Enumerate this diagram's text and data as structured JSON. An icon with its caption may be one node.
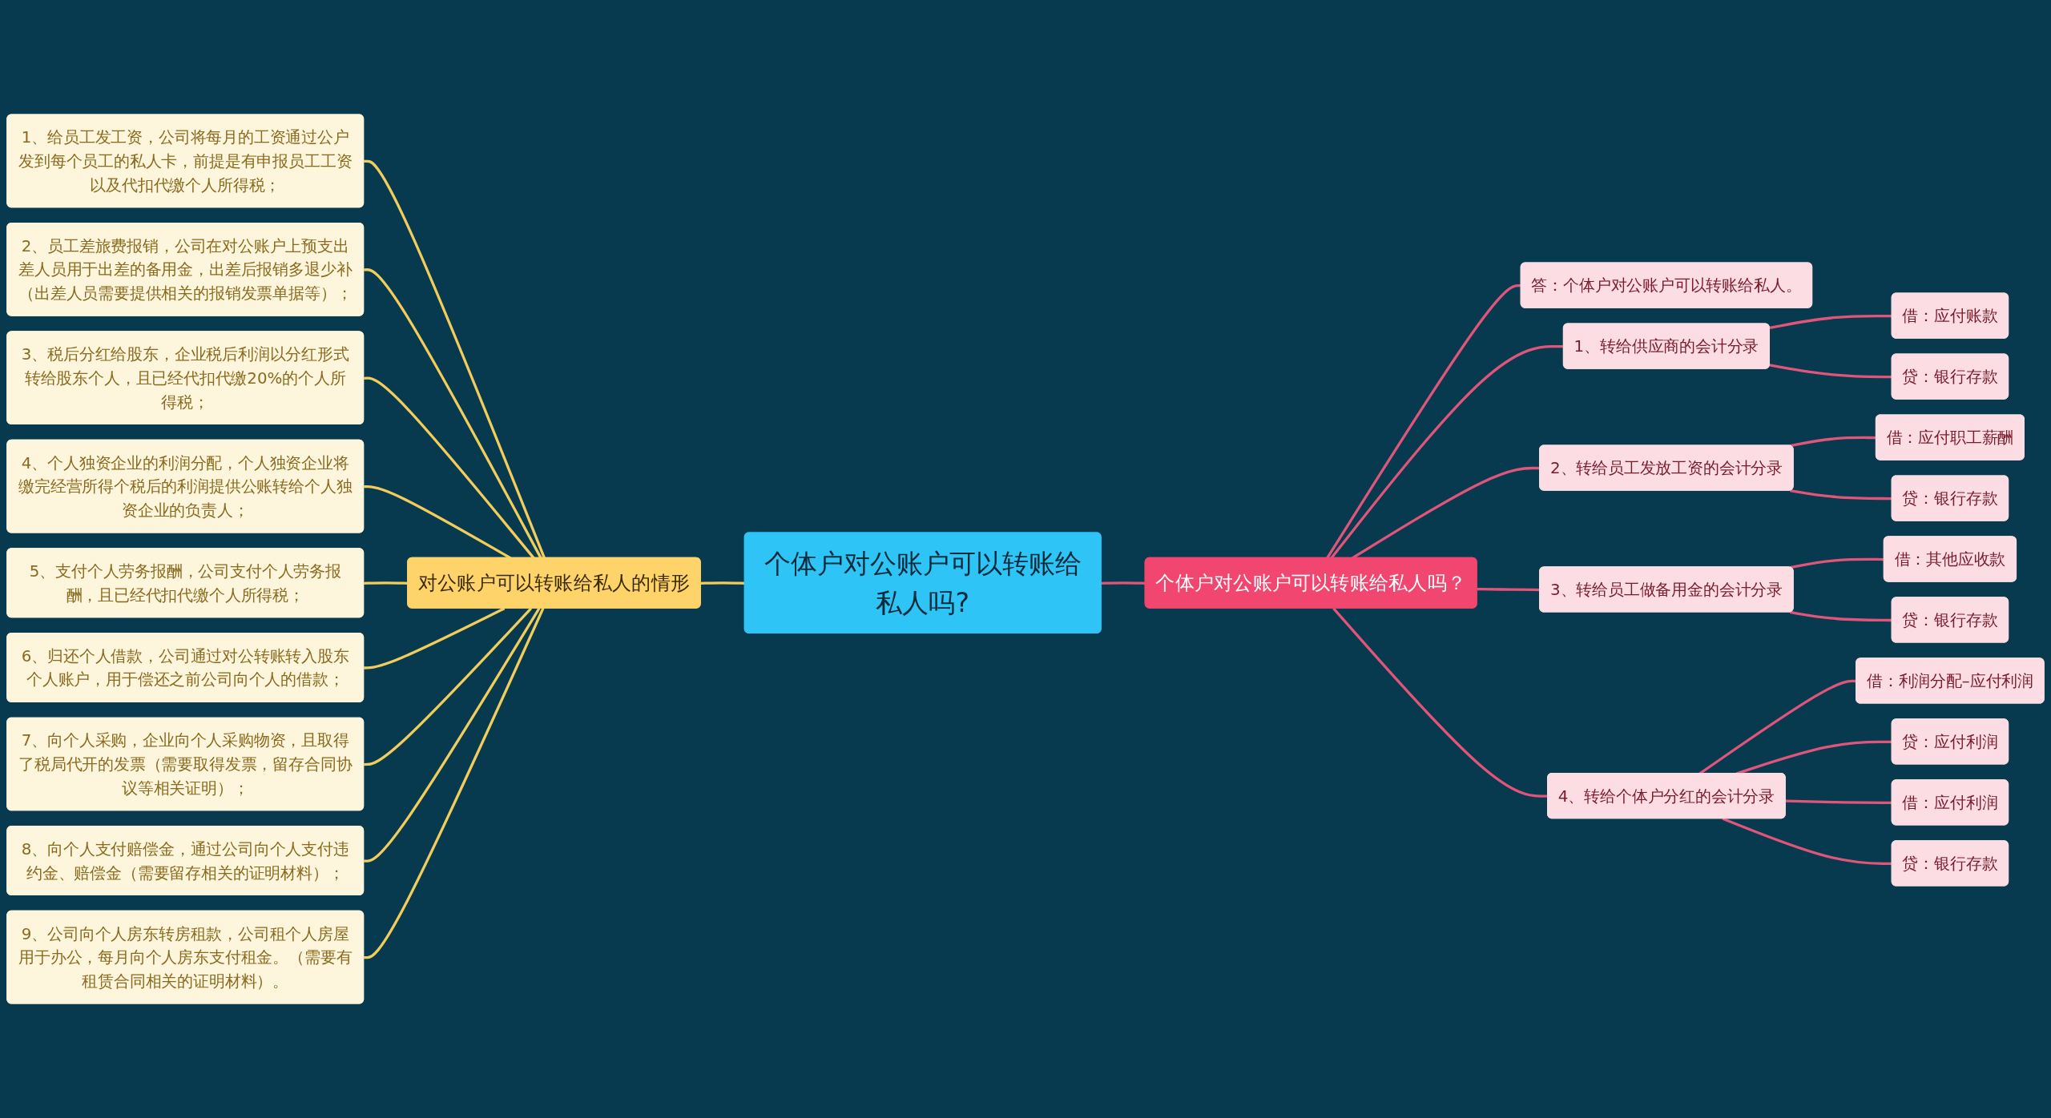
{
  "diagram": {
    "nodes": [
      {
        "text": [
          "个体户对公账户可以转账给私人吗?"
        ]
      },
      {
        "text": [
          "对公账户可以转账给私人的情形"
        ]
      },
      {
        "text": [
          "1、给员工发工资，公司将每月的工资通过公户发到每个员工的私人卡，前提是有申报员工工资以及代扣代缴个人所得税；"
        ]
      },
      {
        "text": [
          "2、员工差旅费报销，公司在对公账户上预支出差人员用于出差的备用金，出差后报销多退少补（出差人员需要提供相关的报销发票单据等）；"
        ]
      },
      {
        "text": [
          "3、税后分红给股东，企业税后利润以分红形式转给股东个人，且已经代扣代缴20%的个人所得税；"
        ]
      },
      {
        "text": [
          "4、个人独资企业的利润分配，个人独资企业将缴完经营所得个税后的利润提供公账转给个人独资企业的负责人；"
        ]
      },
      {
        "text": [
          "5、支付个人劳务报酬，公司支付个人劳务报酬，且已经代扣代缴个人所得税；"
        ]
      },
      {
        "text": [
          "6、归还个人借款，公司通过对公转账转入股东个人账户，用于偿还之前公司向个人的借款；"
        ]
      },
      {
        "text": [
          "7、向个人采购，企业向个人采购物资，且取得了税局代开的发票（需要取得发票，留存合同协议等相关证明）；"
        ]
      },
      {
        "text": [
          "8、向个人支付赔偿金，通过公司向个人支付违约金、赔偿金（需要留存相关的证明材料）；"
        ]
      },
      {
        "text": [
          "9、公司向个人房东转房租款，公司租个人房屋用于办公，每月向个人房东支付租金。（需要有租赁合同相关的证明材料）。"
        ]
      },
      {
        "text": [
          "个体户对公账户可以转账给私人吗？"
        ]
      },
      {
        "text": [
          "答：个体户对公账户可以转账给私人。"
        ]
      },
      {
        "text": [
          "1、转给供应商的会计分录"
        ]
      },
      {
        "text": [
          "借：应付账款"
        ]
      },
      {
        "text": [
          "贷：银行存款"
        ]
      },
      {
        "text": [
          "2、转给员工发放工资的会计分录"
        ]
      },
      {
        "text": [
          "借：应付职工薪酬"
        ]
      },
      {
        "text": [
          "贷：银行存款"
        ]
      },
      {
        "text": [
          "3、转给员工做备用金的会计分录"
        ]
      },
      {
        "text": [
          "借：其他应收款"
        ]
      },
      {
        "text": [
          "贷：银行存款"
        ]
      },
      {
        "text": [
          "4、转给个体户分红的会计分录"
        ]
      },
      {
        "text": [
          "借：利润分配–应付利润"
        ]
      },
      {
        "text": [
          "贷：应付利润"
        ]
      },
      {
        "text": [
          "借：应付利润"
        ]
      },
      {
        "text": [
          "贷：银行存款"
        ]
      }
    ],
    "edges": [
      {
        "from": 0,
        "to": 1,
        "arrow": "none",
        "color": "#f2cd5c"
      },
      {
        "from": 1,
        "to": 2,
        "arrow": "none",
        "color": "#f2cd5c"
      },
      {
        "from": 1,
        "to": 3,
        "arrow": "none",
        "color": "#f2cd5c"
      },
      {
        "from": 1,
        "to": 4,
        "arrow": "none",
        "color": "#f2cd5c"
      },
      {
        "from": 1,
        "to": 5,
        "arrow": "none",
        "color": "#f2cd5c"
      },
      {
        "from": 1,
        "to": 6,
        "arrow": "none",
        "color": "#f2cd5c"
      },
      {
        "from": 1,
        "to": 7,
        "arrow": "none",
        "color": "#f2cd5c"
      },
      {
        "from": 1,
        "to": 8,
        "arrow": "none",
        "color": "#f2cd5c"
      },
      {
        "from": 1,
        "to": 9,
        "arrow": "none",
        "color": "#f2cd5c"
      },
      {
        "from": 1,
        "to": 10,
        "arrow": "none",
        "color": "#f2cd5c"
      },
      {
        "from": 0,
        "to": 11,
        "arrow": "none"
      },
      {
        "from": 11,
        "to": 12,
        "arrow": "none"
      },
      {
        "from": 11,
        "to": 13,
        "arrow": "none"
      },
      {
        "from": 11,
        "to": 16,
        "arrow": "none"
      },
      {
        "from": 11,
        "to": 19,
        "arrow": "none"
      },
      {
        "from": 11,
        "to": 22,
        "arrow": "none"
      },
      {
        "from": 13,
        "to": 14,
        "arrow": "none"
      },
      {
        "from": 13,
        "to": 15,
        "arrow": "none"
      },
      {
        "from": 16,
        "to": 17,
        "arrow": "none"
      },
      {
        "from": 16,
        "to": 18,
        "arrow": "none"
      },
      {
        "from": 19,
        "to": 20,
        "arrow": "none"
      },
      {
        "from": 19,
        "to": 21,
        "arrow": "none"
      },
      {
        "from": 22,
        "to": 23,
        "arrow": "none"
      },
      {
        "from": 22,
        "to": 24,
        "arrow": "none"
      },
      {
        "from": 22,
        "to": 25,
        "arrow": "none"
      },
      {
        "from": 22,
        "to": 26,
        "arrow": "none"
      }
    ]
  }
}
